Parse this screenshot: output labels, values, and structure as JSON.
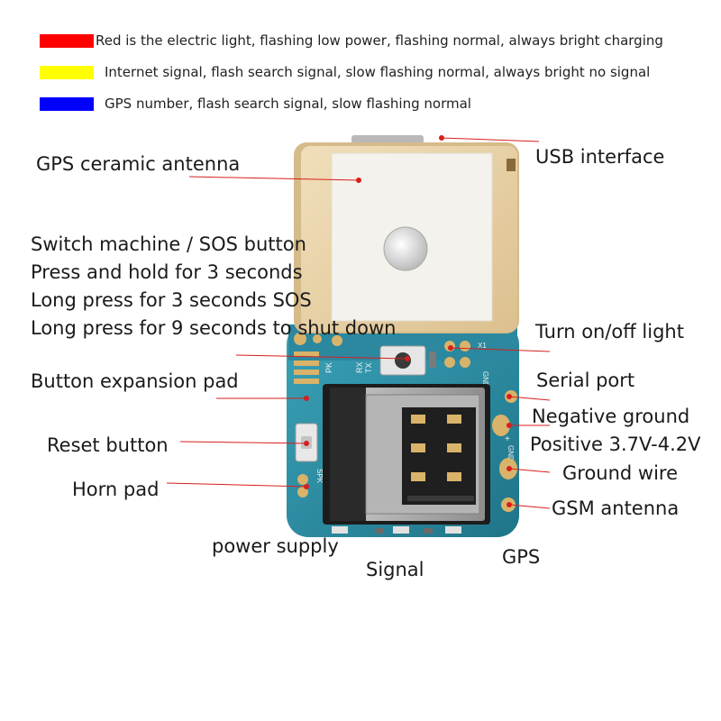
{
  "legend": [
    {
      "color": "#ff0000",
      "text": "Red is the electric light, flashing low power, flashing normal, always bright charging"
    },
    {
      "color": "#ffff00",
      "text": "Internet signal, flash search signal, slow flashing normal, always bright no signal"
    },
    {
      "color": "#0000ff",
      "text": "GPS number, flash search signal, slow flashing normal"
    }
  ],
  "labels": {
    "gps_ceramic_antenna": "GPS ceramic antenna",
    "usb_interface": "USB interface",
    "sos_lines": [
      "Switch machine / SOS button",
      "Press and hold for 3 seconds",
      "Long press for 3 seconds SOS",
      "Long press for 9 seconds to shut down"
    ],
    "turn_light": "Turn on/off light",
    "button_pad": "Button expansion pad",
    "serial_port": "Serial port",
    "negative_ground": "Negative ground",
    "positive": "Positive 3.7V-4.2V",
    "reset_button": "Reset button",
    "ground_wire": "Ground wire",
    "horn_pad": "Horn pad",
    "gsm_antenna": "GSM antenna",
    "power_supply": "power supply",
    "signal": "Signal",
    "gps": "GPS"
  },
  "silkscreen": {
    "pk": "PK",
    "rx": "RX",
    "tx": "TX",
    "gnd": "GND",
    "x1": "X1",
    "spk": "SPK",
    "plus": "+"
  },
  "colors": {
    "pcb": "#2e8fa6",
    "antenna": "#e8d2a8",
    "gold": "#d9b36a",
    "pointer": "#d81e1e"
  }
}
